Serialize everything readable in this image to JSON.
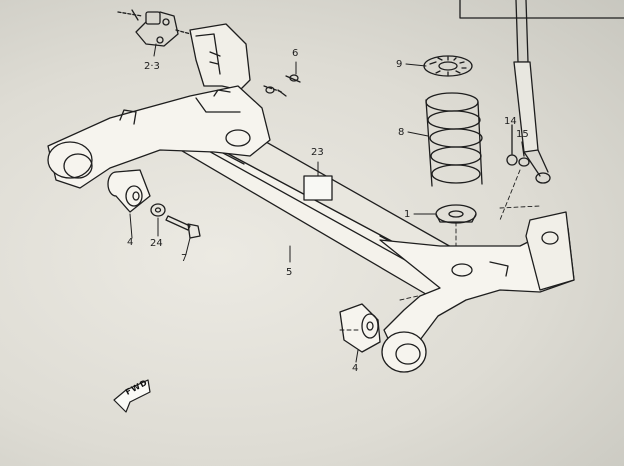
{
  "labels": {
    "p6": "6",
    "p9": "9",
    "p8": "8",
    "p14": "14",
    "p15": "15",
    "p23": "23",
    "p1": "1",
    "p23b": "2·3",
    "p4a": "4",
    "p24": "24",
    "p7": "7",
    "p5": "5",
    "p4b": "4",
    "fwd": "FWD"
  }
}
